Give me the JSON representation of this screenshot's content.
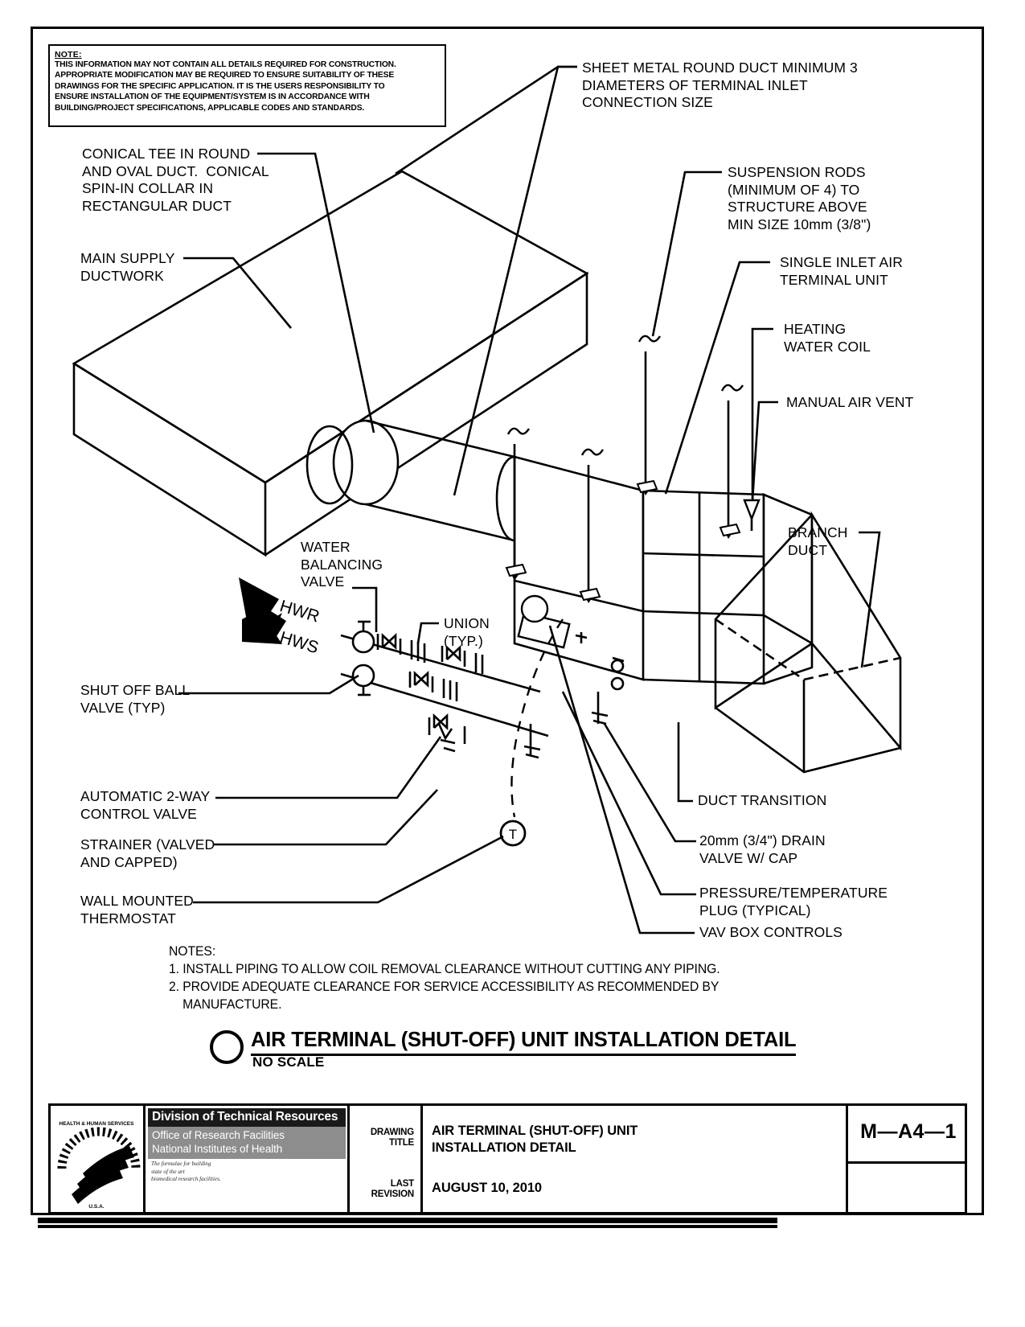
{
  "note_box": {
    "heading": "NOTE:",
    "lines": [
      "THIS INFORMATION MAY NOT CONTAIN ALL DETAILS REQUIRED FOR CONSTRUCTION.",
      "APPROPRIATE MODIFICATION MAY BE REQUIRED TO ENSURE SUITABILITY OF THESE",
      "DRAWINGS FOR THE SPECIFIC APPLICATION.  IT IS THE USERS RESPONSIBILITY TO",
      "ENSURE INSTALLATION OF THE EQUIPMENT/SYSTEM IS IN ACCORDANCE WITH",
      "BUILDING/PROJECT SPECIFICATIONS, APPLICABLE CODES AND STANDARDS."
    ]
  },
  "callouts": {
    "sheet_metal_duct": "SHEET METAL ROUND DUCT MINIMUM 3\nDIAMETERS OF TERMINAL INLET\nCONNECTION SIZE",
    "conical_tee": "CONICAL TEE IN ROUND\nAND OVAL DUCT.  CONICAL\nSPIN-IN COLLAR IN\nRECTANGULAR DUCT",
    "main_supply": "MAIN SUPPLY\nDUCTWORK",
    "suspension_rods": "SUSPENSION RODS\n(MINIMUM OF 4) TO\nSTRUCTURE ABOVE\nMIN SIZE 10mm (3/8\")",
    "single_inlet": "SINGLE INLET AIR\nTERMINAL UNIT",
    "heating_coil": "HEATING\nWATER COIL",
    "manual_air_vent": "MANUAL AIR VENT",
    "branch_duct": "BRANCH\nDUCT",
    "water_balancing_valve": "WATER\nBALANCING\nVALVE",
    "union": "UNION\n(TYP.)",
    "hwr": "HWR",
    "hws": "HWS",
    "shut_off_ball_valve": "SHUT OFF BALL\nVALVE (TYP)",
    "automatic_control_valve": "AUTOMATIC 2-WAY\nCONTROL VALVE",
    "strainer": "STRAINER (VALVED\nAND CAPPED)",
    "wall_thermostat": "WALL MOUNTED\nTHERMOSTAT",
    "duct_transition": "DUCT TRANSITION",
    "drain_valve": "20mm (3/4\") DRAIN\nVALVE W/ CAP",
    "pt_plug": "PRESSURE/TEMPERATURE\nPLUG (TYPICAL)",
    "vav_box_controls": "VAV BOX CONTROLS",
    "thermostat_symbol": "T"
  },
  "notes": {
    "heading": "NOTES:",
    "items": [
      "1. INSTALL PIPING TO ALLOW COIL REMOVAL CLEARANCE WITHOUT CUTTING ANY PIPING.",
      "2. PROVIDE ADEQUATE CLEARANCE FOR SERVICE ACCESSIBILITY AS RECOMMENDED BY",
      "    MANUFACTURE."
    ]
  },
  "detail": {
    "title": "AIR TERMINAL (SHUT-OFF) UNIT INSTALLATION DETAIL",
    "scale": "NO SCALE"
  },
  "title_block": {
    "brand_title": "Division of Technical Resources",
    "brand_sub1": "Office of Research Facilities",
    "brand_sub2": "National Institutes of Health",
    "brand_fine1": "The formulae for building",
    "brand_fine2": "state of the art",
    "brand_fine3": "biomedical research facilities.",
    "drawing_title_caption": "DRAWING\nTITLE",
    "drawing_title_value": "AIR TERMINAL (SHUT-OFF) UNIT\nINSTALLATION DETAIL",
    "last_revision_caption": "LAST\nREVISION",
    "last_revision_value": "AUGUST 10, 2010",
    "sheet_number": "M—A4—1"
  },
  "colors": {
    "line": "#000000",
    "paper": "#ffffff",
    "brand_dark": "#1a1a1a",
    "brand_grey": "#8d8d8d"
  }
}
